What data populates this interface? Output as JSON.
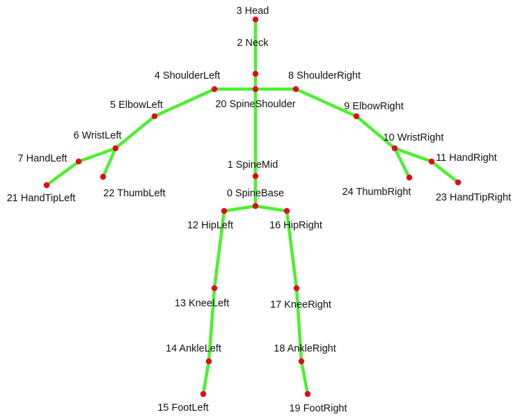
{
  "colors": {
    "bone": "#4cf02f",
    "joint": "#e8001c",
    "label": "#111111",
    "background": "#ffffff"
  },
  "joints": [
    {
      "id": "0",
      "label": "0 SpineBase"
    },
    {
      "id": "1",
      "label": "1 SpineMid"
    },
    {
      "id": "2",
      "label": "2 Neck"
    },
    {
      "id": "3",
      "label": "3 Head"
    },
    {
      "id": "4",
      "label": "4 ShoulderLeft"
    },
    {
      "id": "5",
      "label": "5 ElbowLeft"
    },
    {
      "id": "6",
      "label": "6 WristLeft"
    },
    {
      "id": "7",
      "label": "7 HandLeft"
    },
    {
      "id": "8",
      "label": "8 ShoulderRight"
    },
    {
      "id": "9",
      "label": "9 ElbowRight"
    },
    {
      "id": "10",
      "label": "10 WristRight"
    },
    {
      "id": "11",
      "label": "11 HandRight"
    },
    {
      "id": "12",
      "label": "12 HipLeft"
    },
    {
      "id": "13",
      "label": "13 KneeLeft"
    },
    {
      "id": "14",
      "label": "14 AnkleLeft"
    },
    {
      "id": "15",
      "label": "15 FootLeft"
    },
    {
      "id": "16",
      "label": "16 HipRight"
    },
    {
      "id": "17",
      "label": "17 KneeRight"
    },
    {
      "id": "18",
      "label": "18 AnkleRight"
    },
    {
      "id": "19",
      "label": "19 FootRight"
    },
    {
      "id": "20",
      "label": "20 SpineShoulder"
    },
    {
      "id": "21",
      "label": "21 HandTipLeft"
    },
    {
      "id": "22",
      "label": "22 ThumbLeft"
    },
    {
      "id": "23",
      "label": "23 HandTipRight"
    },
    {
      "id": "24",
      "label": "24 ThumbRight"
    }
  ],
  "bones": [
    [
      "3",
      "2"
    ],
    [
      "2",
      "20"
    ],
    [
      "20",
      "1"
    ],
    [
      "1",
      "0"
    ],
    [
      "20",
      "4"
    ],
    [
      "4",
      "5"
    ],
    [
      "5",
      "6"
    ],
    [
      "6",
      "7"
    ],
    [
      "7",
      "21"
    ],
    [
      "6",
      "22"
    ],
    [
      "20",
      "8"
    ],
    [
      "8",
      "9"
    ],
    [
      "9",
      "10"
    ],
    [
      "10",
      "11"
    ],
    [
      "11",
      "23"
    ],
    [
      "10",
      "24"
    ],
    [
      "0",
      "12"
    ],
    [
      "12",
      "13"
    ],
    [
      "13",
      "14"
    ],
    [
      "14",
      "15"
    ],
    [
      "0",
      "16"
    ],
    [
      "16",
      "17"
    ],
    [
      "17",
      "18"
    ],
    [
      "18",
      "19"
    ]
  ]
}
